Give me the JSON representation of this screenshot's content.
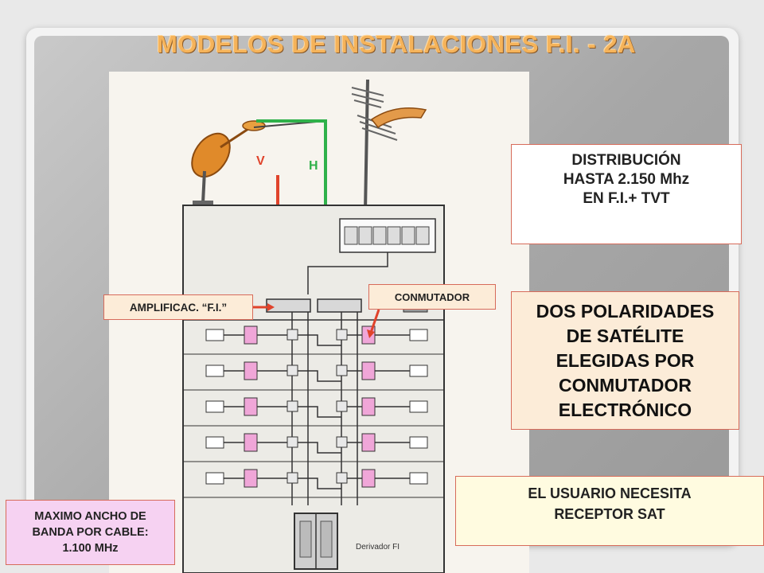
{
  "title": "MODELOS DE INSTALACIONES F.I. - 2A",
  "labels": {
    "distribucion": [
      "DISTRIBUCIÓN",
      "HASTA 2.150 Mhz",
      "EN F.I.+ TVT"
    ],
    "polaridades": [
      "DOS POLARIDADES",
      "DE SATÉLITE",
      "ELEGIDAS POR",
      "CONMUTADOR",
      "ELECTRÓNICO"
    ],
    "usuario": [
      "EL USUARIO NECESITA",
      "RECEPTOR SAT"
    ],
    "ancho_banda": [
      "MAXIMO ANCHO DE",
      "BANDA POR CABLE:",
      "1.100 MHz"
    ],
    "amplificador": "AMPLIFICAC. “F.I.”",
    "conmutador": "CONMUTADOR"
  },
  "diagram": {
    "pol_v": "V",
    "pol_h": "H",
    "derivador": "Derivador FI"
  },
  "colors": {
    "title": "#f5b35a",
    "line_v": "#e0432b",
    "line_h": "#2fb14a",
    "label_border": "#d76b5a",
    "label_fill": "#fcecd8",
    "switch_fill": "#f0a6d8"
  }
}
